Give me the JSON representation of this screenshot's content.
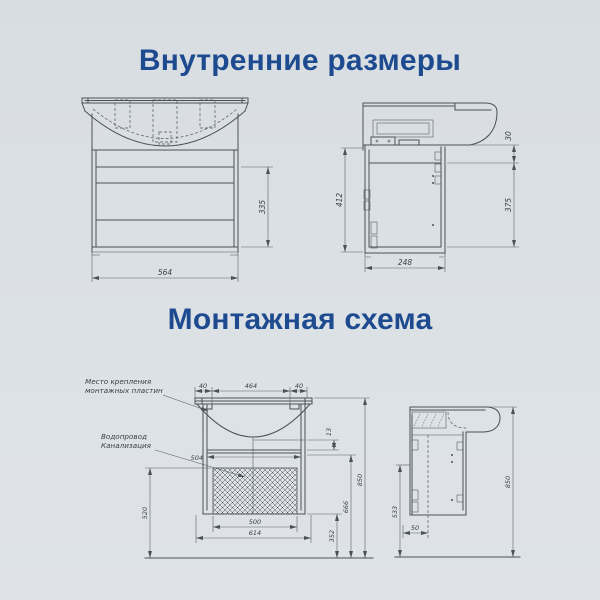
{
  "titles": {
    "internal": "Внутренние размеры",
    "mounting": "Монтажная схема"
  },
  "colors": {
    "background": "#dbe0e5",
    "title_blue": "#1e4b8f",
    "line": "#4b5158"
  },
  "internal": {
    "front": {
      "inner_height": "335",
      "width": "564"
    },
    "side": {
      "height": "412",
      "top_gap": "30",
      "inner_height": "375",
      "depth": "248"
    }
  },
  "mounting": {
    "labels": {
      "plates_line1": "Место крепления",
      "plates_line2": "монтажных пластин",
      "plumbing_line1": "Водопровод",
      "plumbing_line2": "Канализация"
    },
    "front": {
      "offset_left": "40",
      "plates_span": "464",
      "offset_right": "40",
      "gap": "13",
      "inner_width": "504",
      "zone_height": "520",
      "opening_width": "500",
      "overall_width": "614",
      "bottom_height": "352",
      "mid_height": "666",
      "overall_height": "850"
    },
    "side": {
      "bracket_height": "533",
      "wall_gap": "50",
      "overall_height": "850"
    }
  }
}
